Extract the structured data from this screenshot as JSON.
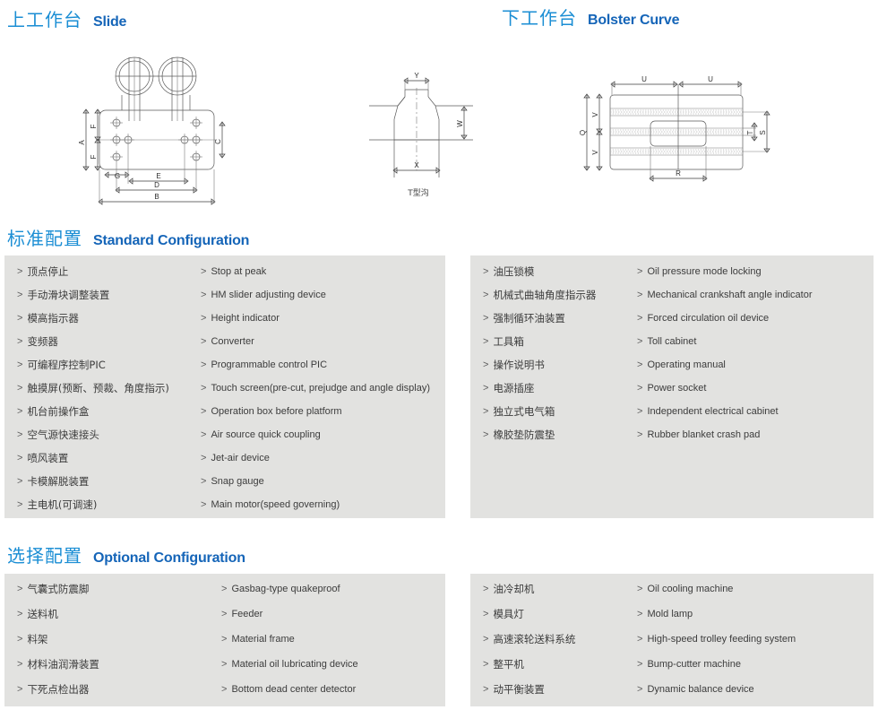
{
  "sections": {
    "slide": {
      "cn": "上工作台",
      "en": "Slide"
    },
    "bolster": {
      "cn": "下工作台",
      "en": "Bolster Curve"
    },
    "standard": {
      "cn": "标准配置",
      "en": "Standard Configuration"
    },
    "optional": {
      "cn": "选择配置",
      "en": "Optional Configuration"
    }
  },
  "diagrams": {
    "slide": {
      "labels": [
        "A",
        "F",
        "F",
        "C",
        "G",
        "E",
        "D",
        "B"
      ]
    },
    "tslot": {
      "caption": "T型沟",
      "labels": [
        "Y",
        "W",
        "X"
      ]
    },
    "bolster": {
      "labels": [
        "U",
        "U",
        "Q",
        "V",
        "V",
        "R",
        "S",
        "T"
      ]
    }
  },
  "bullet": ">",
  "standard_config": {
    "left_panel": [
      {
        "cn": "顶点停止",
        "en": "Stop at peak"
      },
      {
        "cn": "手动滑块调整装置",
        "en": "HM slider adjusting device"
      },
      {
        "cn": "模高指示器",
        "en": "Height indicator"
      },
      {
        "cn": "变频器",
        "en": "Converter"
      },
      {
        "cn": "可编程序控制PIC",
        "en": "Programmable control PIC"
      },
      {
        "cn": "触摸屏(预断、预裁、角度指示)",
        "en": "Touch screen(pre-cut, prejudge and angle display)"
      },
      {
        "cn": "机台前操作盒",
        "en": "Operation box before platform"
      },
      {
        "cn": "空气源快速接头",
        "en": "Air source quick coupling"
      },
      {
        "cn": "喷风装置",
        "en": "Jet-air device"
      },
      {
        "cn": "卡模解脱装置",
        "en": "Snap gauge"
      },
      {
        "cn": "主电机(可调速)",
        "en": "Main motor(speed governing)"
      }
    ],
    "right_panel": [
      {
        "cn": "油压锁模",
        "en": "Oil pressure mode locking"
      },
      {
        "cn": "机械式曲轴角度指示器",
        "en": "Mechanical crankshaft angle indicator"
      },
      {
        "cn": "强制循环油装置",
        "en": "Forced circulation oil device"
      },
      {
        "cn": "工具箱",
        "en": "Toll cabinet"
      },
      {
        "cn": "操作说明书",
        "en": "Operating manual"
      },
      {
        "cn": "电源插座",
        "en": "Power socket"
      },
      {
        "cn": "独立式电气箱",
        "en": "Independent electrical cabinet"
      },
      {
        "cn": "橡胶垫防震垫",
        "en": "Rubber blanket crash pad"
      }
    ]
  },
  "optional_config": {
    "left_panel": [
      {
        "cn": "气囊式防震脚",
        "en": "Gasbag-type quakeproof"
      },
      {
        "cn": "送料机",
        "en": "Feeder"
      },
      {
        "cn": "料架",
        "en": "Material frame"
      },
      {
        "cn": "材料油润滑装置",
        "en": "Material oil lubricating device"
      },
      {
        "cn": "下死点检出器",
        "en": "Bottom dead center detector"
      }
    ],
    "right_panel": [
      {
        "cn": "油冷却机",
        "en": "Oil cooling machine"
      },
      {
        "cn": "模具灯",
        "en": "Mold lamp"
      },
      {
        "cn": "高速滚轮送料系统",
        "en": "High-speed trolley feeding system"
      },
      {
        "cn": "整平机",
        "en": "Bump-cutter machine"
      },
      {
        "cn": "动平衡装置",
        "en": "Dynamic balance device"
      }
    ]
  },
  "colors": {
    "heading_cn": "#1b8ed4",
    "heading_en": "#1565b8",
    "panel_bg": "#e2e2e0",
    "text": "#3c3c3c"
  }
}
